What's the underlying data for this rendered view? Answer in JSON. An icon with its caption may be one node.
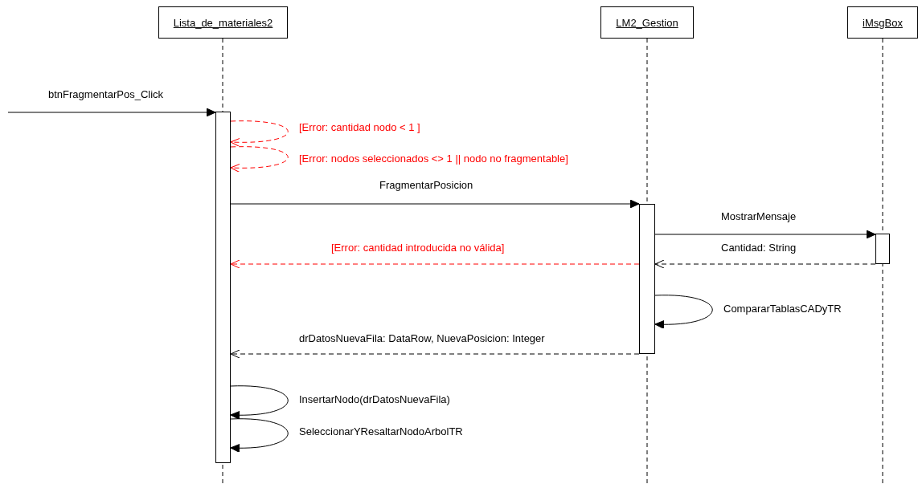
{
  "diagram": {
    "nodes": [
      {
        "text": [
          "Lista_de_materiales2"
        ]
      },
      {
        "text": [
          "LM2_Gestion"
        ]
      },
      {
        "text": [
          "iMsgBox"
        ]
      },
      {
        "text": [],
        "shape": "bar"
      },
      {
        "text": [],
        "shape": "bar"
      },
      {
        "text": [],
        "shape": "bar"
      }
    ],
    "edges": [
      {
        "from": null,
        "to": 3,
        "arrow": "to",
        "label": "btnFragmentarPos_Click"
      },
      {
        "from": 3,
        "to": 3,
        "arrow": "to",
        "label": "[Error: cantidad nodo < 1 ]",
        "style": "dashed",
        "color": "#ff0000"
      },
      {
        "from": 3,
        "to": 3,
        "arrow": "to",
        "label": "[Error: nodos seleccionados <> 1 || nodo no fragmentable]",
        "style": "dashed",
        "color": "#ff0000"
      },
      {
        "from": 3,
        "to": 4,
        "arrow": "to",
        "label": "FragmentarPosicion"
      },
      {
        "from": 4,
        "to": 5,
        "arrow": "to",
        "label": "MostrarMensaje"
      },
      {
        "from": 5,
        "to": 4,
        "arrow": "to",
        "label": "Cantidad: String",
        "style": "dashed"
      },
      {
        "from": 4,
        "to": 3,
        "arrow": "to",
        "label": "[Error: cantidad introducida no válida]",
        "style": "dashed",
        "color": "#ff0000"
      },
      {
        "from": 4,
        "to": 4,
        "arrow": "to",
        "label": "CompararTablasCADyTR"
      },
      {
        "from": 4,
        "to": 3,
        "arrow": "to",
        "label": "drDatosNuevaFila: DataRow, NuevaPosicion: Integer",
        "style": "dashed"
      },
      {
        "from": 3,
        "to": 3,
        "arrow": "to",
        "label": "InsertarNodo(drDatosNuevaFila)"
      },
      {
        "from": 3,
        "to": 3,
        "arrow": "to",
        "label": "SeleccionarYResaltarNodoArbolTR"
      }
    ]
  }
}
